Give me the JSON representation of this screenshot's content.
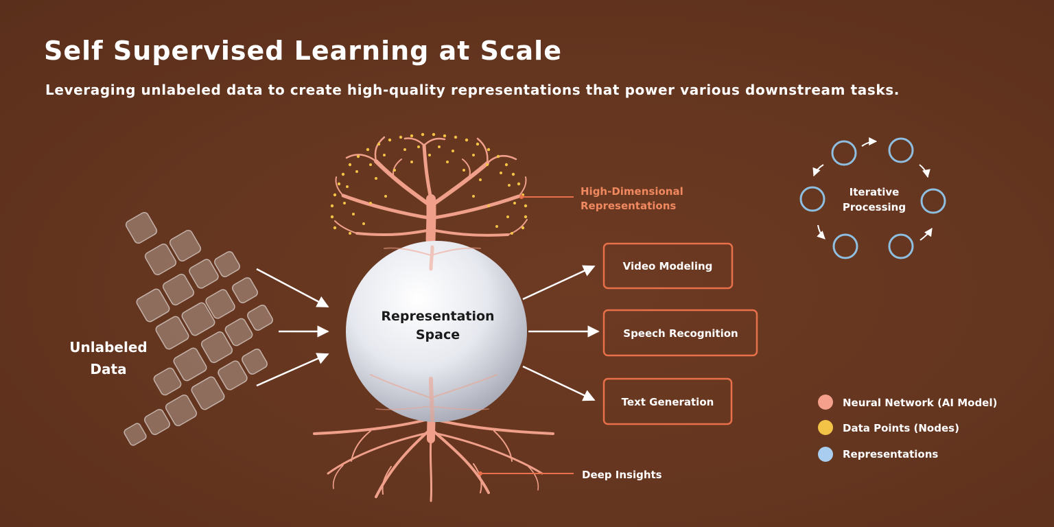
{
  "title": "Self Supervised Learning at Scale",
  "subtitle": "Leveraging unlabeled data to create high-quality representations that power various downstream tasks.",
  "input": {
    "label_line1": "Unlabeled",
    "label_line2": "Data"
  },
  "center": {
    "label_line1": "Representation",
    "label_line2": "Space"
  },
  "annotations": {
    "top_line1": "High-Dimensional",
    "top_line2": "Representations",
    "bottom": "Deep Insights"
  },
  "tasks": [
    "Video Modeling",
    "Speech Recognition",
    "Text Generation"
  ],
  "cycle": {
    "label_line1": "Iterative",
    "label_line2": "Processing"
  },
  "legend": [
    {
      "label": "Neural Network (AI Model)",
      "color": "#f5a08c"
    },
    {
      "label": "Data Points (Nodes)",
      "color": "#f2c347"
    },
    {
      "label": "Representations",
      "color": "#a9cdee"
    }
  ],
  "colors": {
    "accent": "#e8704a",
    "tree": "#f0a08a",
    "nodes": "#f2c347",
    "cycle": "#8fbfe0"
  }
}
